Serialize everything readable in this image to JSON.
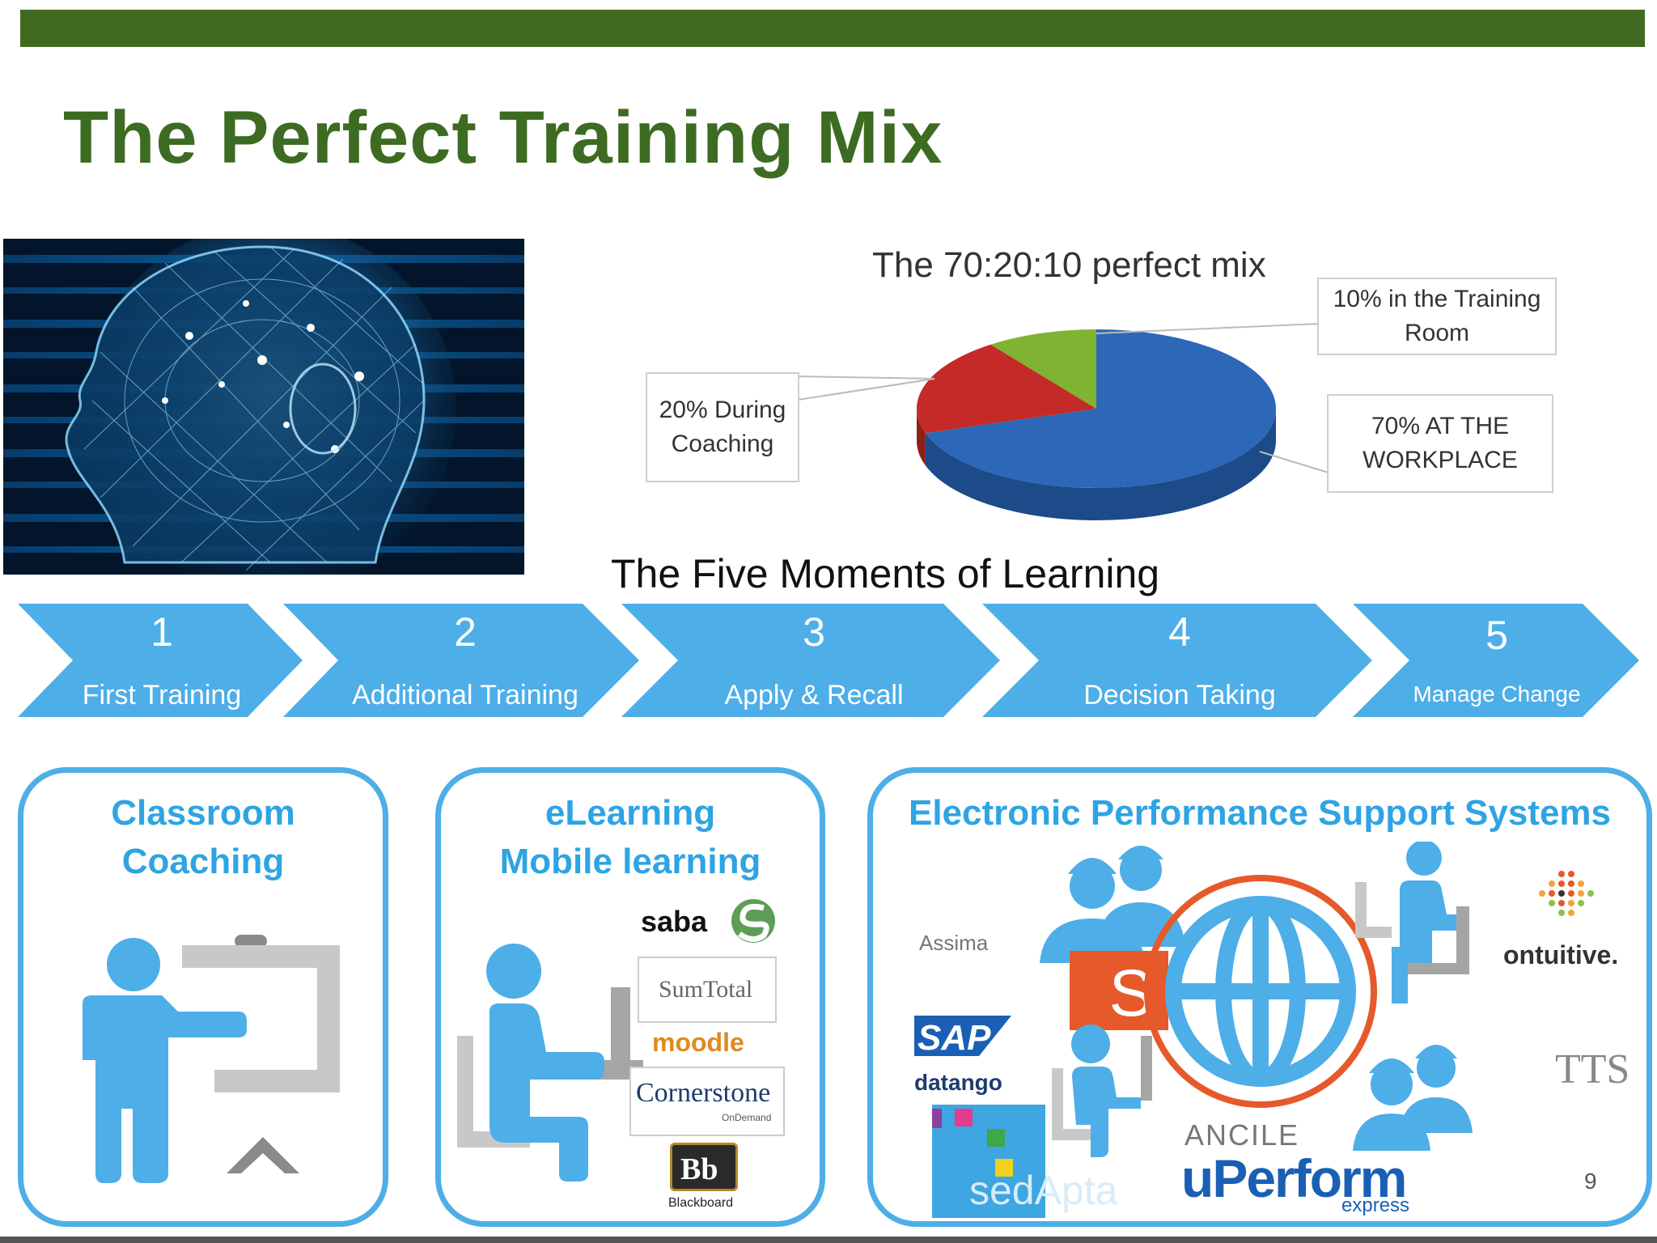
{
  "header": {
    "title": "The Perfect Training Mix"
  },
  "pie": {
    "title": "The 70:20:10 perfect mix",
    "callout_10": "10%  in the Training Room",
    "callout_20": "20%  During Coaching",
    "callout_70": "70%  AT THE WORKPLACE"
  },
  "chart_data": {
    "type": "pie",
    "title": "The 70:20:10 perfect mix",
    "categories": [
      "AT THE WORKPLACE",
      "During Coaching",
      "in the Training Room"
    ],
    "values": [
      70,
      20,
      10
    ],
    "colors": [
      "#2c67b8",
      "#c42b28",
      "#7eb432"
    ]
  },
  "moments": {
    "title": "The Five Moments of Learning",
    "steps": [
      {
        "num": "1",
        "label": "First Training"
      },
      {
        "num": "2",
        "label": "Additional Training"
      },
      {
        "num": "3",
        "label": "Apply & Recall"
      },
      {
        "num": "4",
        "label": "Decision Taking"
      },
      {
        "num": "5",
        "label": "Manage Change"
      }
    ]
  },
  "boxes": {
    "classroom": {
      "line1": "Classroom",
      "line2": "Coaching"
    },
    "elearning": {
      "line1": "eLearning",
      "line2": "Mobile learning"
    },
    "epss": {
      "title": "Electronic Performance Support Systems"
    }
  },
  "logos": {
    "saba": "saba",
    "sumtotal": "SumTotal",
    "moodle": "moodle",
    "cornerstone": "Cornerstone",
    "cornerstone_sub": "OnDemand",
    "blackboard_mark": "Bb",
    "blackboard": "Blackboard",
    "assima": "Assima",
    "sap": "SAP",
    "datango": "datango",
    "sedapta": "sedApta",
    "ancile": "ANCILE",
    "uperform": "uPerform",
    "express": "express",
    "ontuitive": "ontuitive.",
    "tts": "TTS"
  },
  "page_number": "9",
  "colors": {
    "brand_green": "#3d6b22",
    "arrow_blue": "#4daee8",
    "box_blue": "#4eaee6"
  }
}
